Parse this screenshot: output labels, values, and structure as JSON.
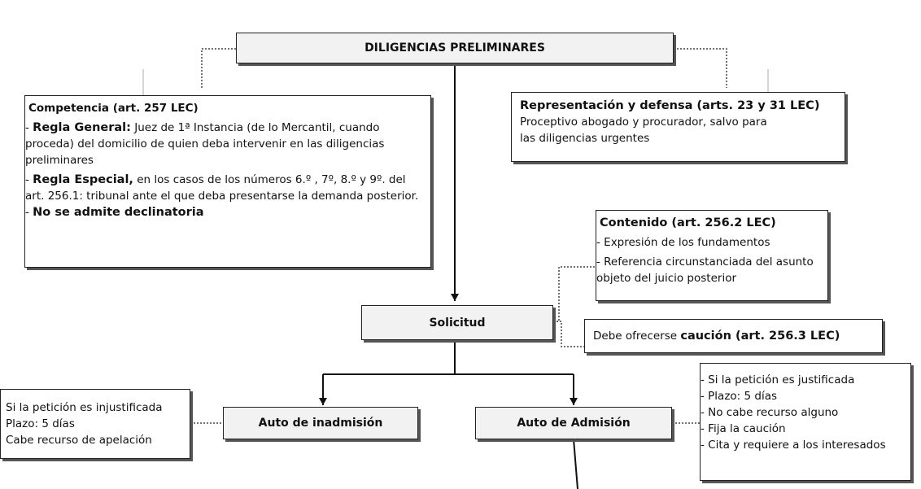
{
  "root": {
    "title": "DILIGENCIAS PRELIMINARES"
  },
  "competencia": {
    "title": "Competencia (art. 257 LEC)",
    "general_prefix": " - ",
    "general_label": "Regla General:",
    "general_text": " Juez de 1ª Instancia (de lo Mercantil, cuando proceda) del domicilio de quien deba intervenir en las diligencias preliminares",
    "especial_prefix": " - ",
    "especial_label": "Regla Especial,",
    "especial_text": "  en los casos de los números 6.º , 7º, 8.º y 9º. del art. 256.1: tribunal ante el que deba presentarse la demanda posterior.",
    "declinatoria_prefix": " - ",
    "declinatoria_label": "No se admite declinatoria"
  },
  "representacion": {
    "title": "Representación y defensa (arts. 23 y 31 LEC)",
    "line1": "Proceptivo abogado y procurador, salvo para",
    "line2": "las diligencias urgentes"
  },
  "contenido": {
    "title": "Contenido (art. 256.2 LEC)",
    "item1": "- Expresión de los fundamentos",
    "item2": "- Referencia circunstanciada del asunto objeto del juicio posterior"
  },
  "solicitud": {
    "label": "Solicitud"
  },
  "caucion": {
    "prefix": "Debe ofrecerse ",
    "bold": "caución (art. 256.3 LEC)"
  },
  "inadmision": {
    "label": "Auto de inadmisión",
    "note1": "Si la petición es injustificada",
    "note2": "Plazo: 5 días",
    "note3": "Cabe recurso de apelación"
  },
  "admision": {
    "label": "Auto de Admisión",
    "notes": [
      "- Si la petición es justificada",
      "- Plazo: 5 días",
      "- No cabe recurso alguno",
      "- Fija la caución",
      "- Cita y requiere a los interesados"
    ]
  }
}
